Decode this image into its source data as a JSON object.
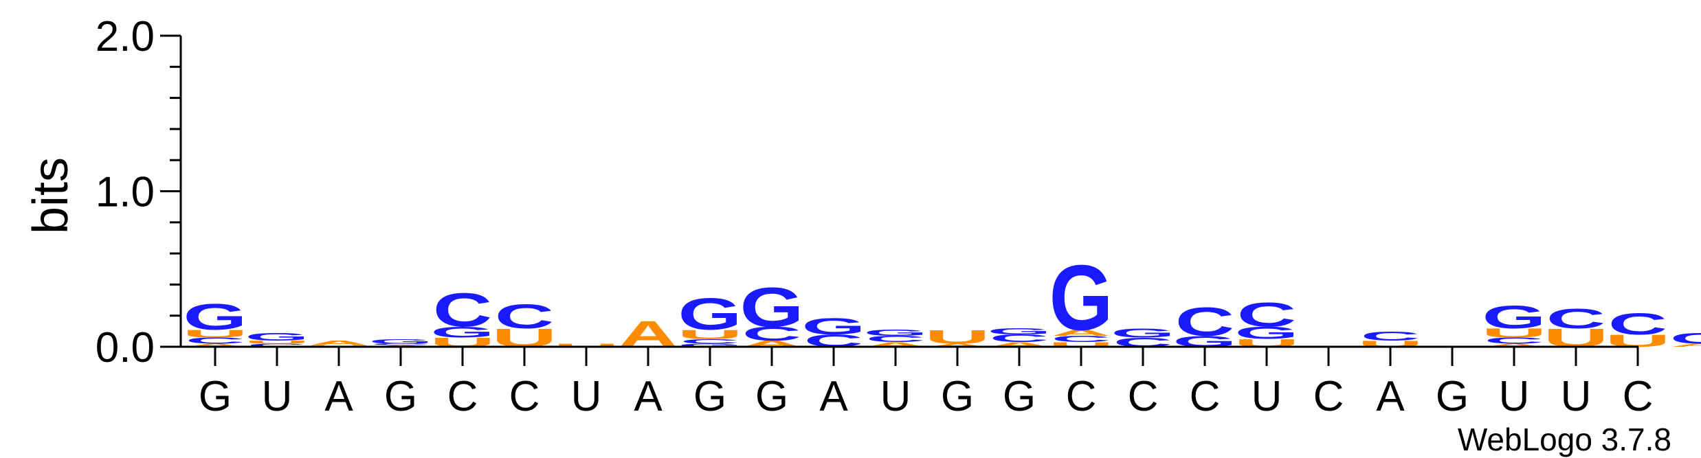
{
  "chart_data": {
    "type": "sequence-logo",
    "ylabel": "bits",
    "ylim": [
      0,
      2.0
    ],
    "yticks": [
      "0.0",
      "1.0",
      "2.0"
    ],
    "positions": [
      "G",
      "U",
      "A",
      "G",
      "C",
      "C",
      "U",
      "A",
      "G",
      "G",
      "A",
      "U",
      "G",
      "G",
      "C",
      "C",
      "C",
      "U",
      "C",
      "A",
      "G",
      "U",
      "U",
      "C"
    ],
    "colors": {
      "G": "#1a1aff",
      "C": "#1a1aff",
      "A": "#ff8c00",
      "U": "#ff8c00"
    },
    "stacks": [
      [
        [
          "A",
          0.02
        ],
        [
          "C",
          0.04
        ],
        [
          "U",
          0.05
        ],
        [
          "G",
          0.17
        ]
      ],
      [
        [
          "C",
          0.02
        ],
        [
          "U",
          0.02
        ],
        [
          "G",
          0.05
        ]
      ],
      [
        [
          "U",
          0.01
        ],
        [
          "A",
          0.03
        ]
      ],
      [
        [
          "A",
          0.01
        ],
        [
          "C",
          0.01
        ],
        [
          "G",
          0.03
        ]
      ],
      [
        [
          "U",
          0.06
        ],
        [
          "G",
          0.07
        ],
        [
          "C",
          0.22
        ]
      ],
      [
        [
          "U",
          0.12
        ],
        [
          "C",
          0.16
        ]
      ],
      [
        [
          "U",
          0.02
        ]
      ],
      [
        [
          "A",
          0.17
        ]
      ],
      [
        [
          "G",
          0.02
        ],
        [
          "C",
          0.03
        ],
        [
          "U",
          0.06
        ],
        [
          "G",
          0.21
        ]
      ],
      [
        [
          "A",
          0.04
        ],
        [
          "C",
          0.09
        ],
        [
          "G",
          0.26
        ]
      ],
      [
        [
          "C",
          0.08
        ],
        [
          "G",
          0.11
        ]
      ],
      [
        [
          "A",
          0.03
        ],
        [
          "C",
          0.04
        ],
        [
          "G",
          0.04
        ]
      ],
      [
        [
          "A",
          0.02
        ],
        [
          "U",
          0.09
        ]
      ],
      [
        [
          "A",
          0.03
        ],
        [
          "C",
          0.05
        ],
        [
          "G",
          0.04
        ]
      ],
      [
        [
          "U",
          0.03
        ],
        [
          "C",
          0.04
        ],
        [
          "A",
          0.04
        ],
        [
          "G",
          0.43
        ]
      ],
      [
        [
          "C",
          0.06
        ],
        [
          "G",
          0.06
        ]
      ],
      [
        [
          "G",
          0.07
        ],
        [
          "C",
          0.19
        ]
      ],
      [
        [
          "U",
          0.05
        ],
        [
          "G",
          0.08
        ],
        [
          "C",
          0.16
        ]
      ],
      [],
      [
        [
          "U",
          0.04
        ],
        [
          "C",
          0.06
        ]
      ],
      [],
      [
        [
          "A",
          0.02
        ],
        [
          "C",
          0.04
        ],
        [
          "U",
          0.06
        ],
        [
          "G",
          0.15
        ]
      ],
      [
        [
          "U",
          0.12
        ],
        [
          "C",
          0.13
        ]
      ],
      [
        [
          "U",
          0.08
        ],
        [
          "C",
          0.14
        ]
      ],
      [
        [
          "A",
          0.02
        ],
        [
          "C",
          0.07
        ]
      ]
    ],
    "credit": "WebLogo 3.7.8"
  }
}
